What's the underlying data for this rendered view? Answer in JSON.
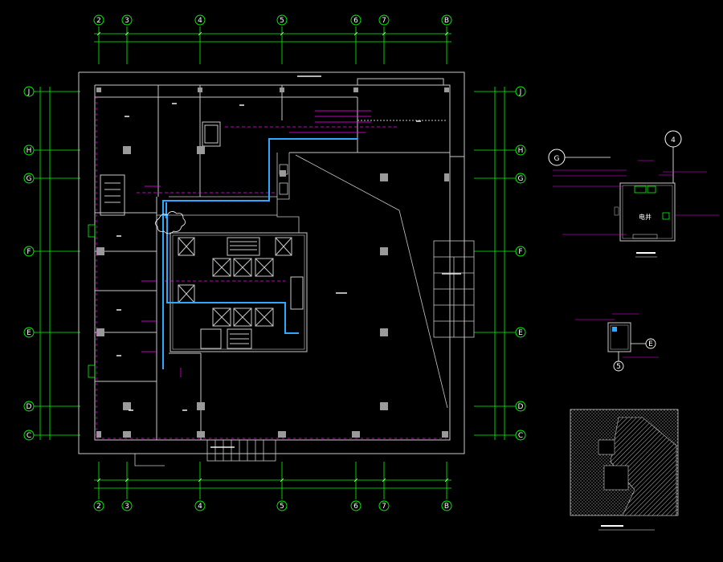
{
  "colors": {
    "background": "#000000",
    "wall": "#c8c8c8",
    "grid": "#00ff00",
    "duct_blue": "#2fa8ff",
    "magenta": "#ff00ff",
    "text_white": "#ffffff",
    "column": "#9a9a9a"
  },
  "axes": {
    "top_columns": [
      "2",
      "3",
      "4",
      "5",
      "6",
      "7",
      "B"
    ],
    "bottom_columns": [
      "2",
      "3",
      "4",
      "5",
      "6",
      "7",
      "B"
    ],
    "left_rows": [
      "J",
      "H",
      "G",
      "F",
      "E",
      "D",
      "C"
    ],
    "right_rows": [
      "J",
      "H",
      "G",
      "F",
      "E",
      "D",
      "C"
    ]
  },
  "detail_big": {
    "row_tag": "G",
    "col_tag": "4",
    "room_label": "电井"
  },
  "detail_small": {
    "row_tag": "E",
    "col_tag": "5"
  }
}
